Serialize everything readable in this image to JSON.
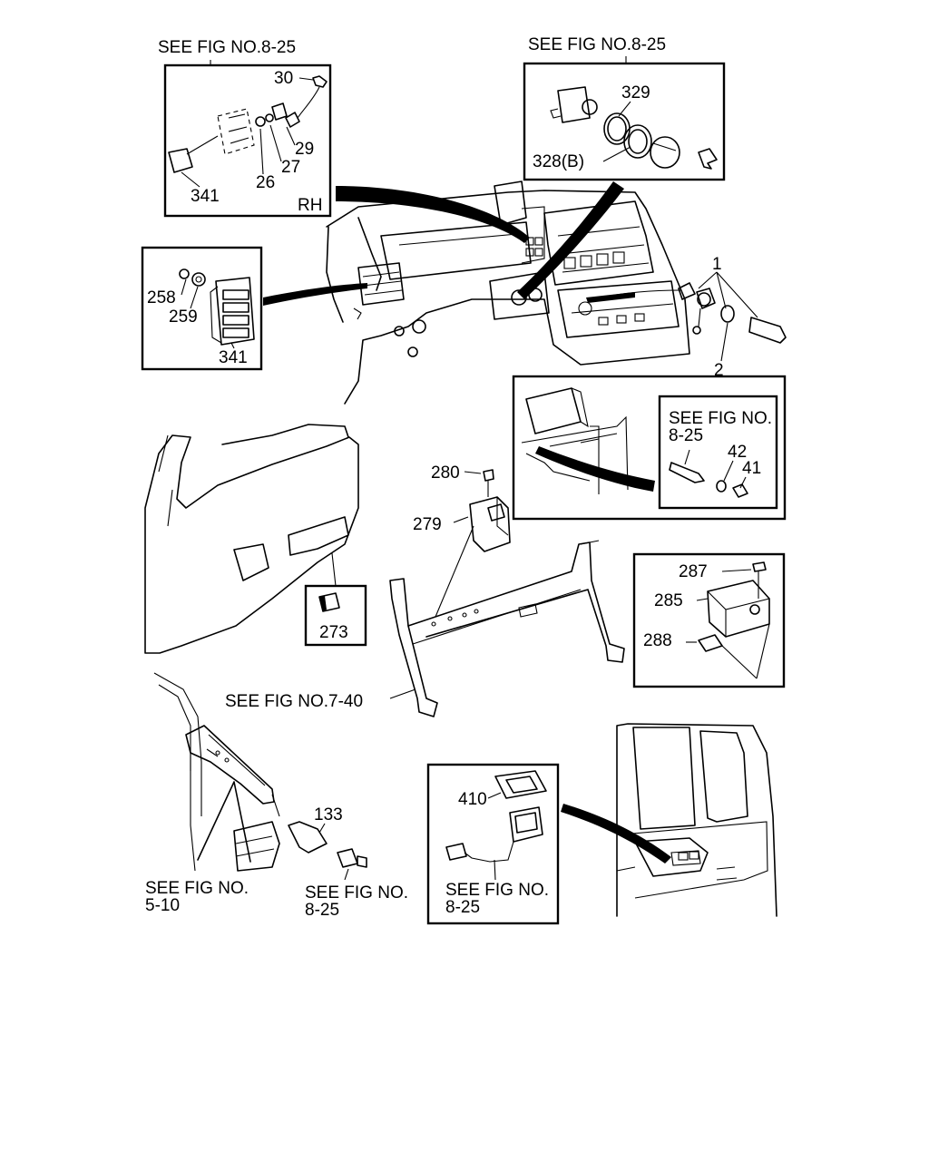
{
  "insets": {
    "top_left": {
      "see_fig": "SEE FIG NO.8-25",
      "labels": [
        "30",
        "29",
        "27",
        "26",
        "341"
      ],
      "side": "RH"
    },
    "top_right": {
      "see_fig": "SEE FIG NO.8-25",
      "labels": [
        "329",
        "328(B)"
      ]
    },
    "mid_left": {
      "labels": [
        "258",
        "259",
        "341"
      ]
    },
    "mid_right": {
      "see_fig_line1": "SEE FIG NO.",
      "see_fig_line2": "8-25",
      "labels": [
        "42",
        "41"
      ]
    },
    "clip_box": {
      "labels": [
        "273"
      ]
    },
    "right_box": {
      "labels": [
        "287",
        "285",
        "288"
      ]
    },
    "bottom_center": {
      "labels": [
        "410"
      ],
      "see_fig_line1": "SEE FIG NO.",
      "see_fig_line2": "8-25"
    }
  },
  "dash_labels": {
    "one": "1",
    "two": "2"
  },
  "free_labels": {
    "l280": "280",
    "l279": "279",
    "see_fig_7_40": "SEE FIG NO.7-40",
    "l133": "133",
    "see_fig_5_10_line1": "SEE FIG NO.",
    "see_fig_5_10_line2": "5-10",
    "see_fig_8_25_b_line1": "SEE FIG NO.",
    "see_fig_8_25_b_line2": "8-25"
  }
}
